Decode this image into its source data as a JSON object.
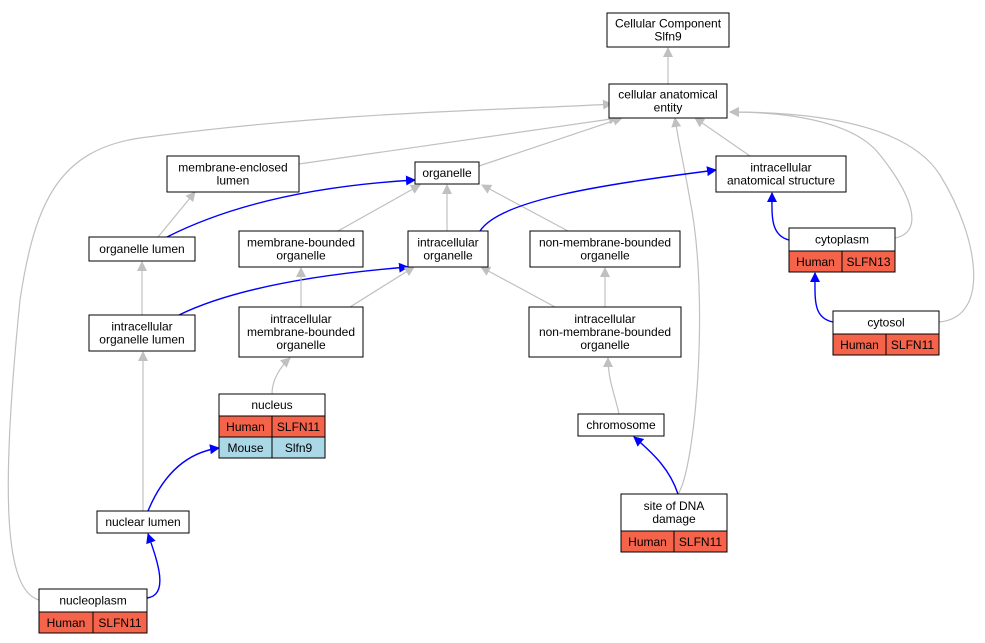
{
  "colors": {
    "isa_edge": "#c0c0c0",
    "partof_edge": "#0000ff",
    "human": "#f4634a",
    "mouse": "#aad8e6",
    "node_fill": "#ffffff",
    "node_stroke": "#000000"
  },
  "nodes": [
    {
      "id": "root",
      "lines": [
        "Cellular Component",
        "Slfn9"
      ]
    },
    {
      "id": "cae",
      "lines": [
        "cellular anatomical",
        "entity"
      ]
    },
    {
      "id": "mel",
      "lines": [
        "membrane-enclosed",
        "lumen"
      ]
    },
    {
      "id": "organelle",
      "lines": [
        "organelle"
      ]
    },
    {
      "id": "ias",
      "lines": [
        "intracellular",
        "anatomical structure"
      ]
    },
    {
      "id": "orglumen",
      "lines": [
        "organelle lumen"
      ]
    },
    {
      "id": "mbo",
      "lines": [
        "membrane-bounded",
        "organelle"
      ]
    },
    {
      "id": "io",
      "lines": [
        "intracellular",
        "organelle"
      ]
    },
    {
      "id": "nmbo",
      "lines": [
        "non-membrane-bounded",
        "organelle"
      ]
    },
    {
      "id": "cytoplasm",
      "lines": [
        "cytoplasm"
      ],
      "genes": [
        {
          "species": "Human",
          "symbol": "SLFN13"
        }
      ]
    },
    {
      "id": "iol",
      "lines": [
        "intracellular",
        "organelle lumen"
      ]
    },
    {
      "id": "imbo",
      "lines": [
        "intracellular",
        "membrane-bounded",
        "organelle"
      ]
    },
    {
      "id": "inmbo",
      "lines": [
        "intracellular",
        "non-membrane-bounded",
        "organelle"
      ]
    },
    {
      "id": "cytosol",
      "lines": [
        "cytosol"
      ],
      "genes": [
        {
          "species": "Human",
          "symbol": "SLFN11"
        }
      ]
    },
    {
      "id": "nucleus",
      "lines": [
        "nucleus"
      ],
      "genes": [
        {
          "species": "Human",
          "symbol": "SLFN11"
        },
        {
          "species": "Mouse",
          "symbol": "Slfn9"
        }
      ]
    },
    {
      "id": "chromosome",
      "lines": [
        "chromosome"
      ]
    },
    {
      "id": "nuclumen",
      "lines": [
        "nuclear lumen"
      ]
    },
    {
      "id": "sdd",
      "lines": [
        "site of DNA",
        "damage"
      ],
      "genes": [
        {
          "species": "Human",
          "symbol": "SLFN11"
        }
      ]
    },
    {
      "id": "nucleoplasm",
      "lines": [
        "nucleoplasm"
      ],
      "genes": [
        {
          "species": "Human",
          "symbol": "SLFN11"
        }
      ]
    }
  ],
  "edges": [
    {
      "from": "cae",
      "to": "root",
      "type": "is_a"
    },
    {
      "from": "mel",
      "to": "cae",
      "type": "is_a"
    },
    {
      "from": "organelle",
      "to": "cae",
      "type": "is_a"
    },
    {
      "from": "ias",
      "to": "cae",
      "type": "is_a"
    },
    {
      "from": "cytoplasm",
      "to": "cae",
      "type": "is_a"
    },
    {
      "from": "cytosol",
      "to": "cae",
      "type": "is_a"
    },
    {
      "from": "sdd",
      "to": "cae",
      "type": "is_a"
    },
    {
      "from": "nucleoplasm",
      "to": "cae",
      "type": "is_a"
    },
    {
      "from": "orglumen",
      "to": "mel",
      "type": "is_a"
    },
    {
      "from": "orglumen",
      "to": "organelle",
      "type": "part_of"
    },
    {
      "from": "mbo",
      "to": "organelle",
      "type": "is_a"
    },
    {
      "from": "io",
      "to": "organelle",
      "type": "is_a"
    },
    {
      "from": "nmbo",
      "to": "organelle",
      "type": "is_a"
    },
    {
      "from": "io",
      "to": "ias",
      "type": "part_of"
    },
    {
      "from": "cytoplasm",
      "to": "ias",
      "type": "part_of"
    },
    {
      "from": "iol",
      "to": "orglumen",
      "type": "is_a"
    },
    {
      "from": "iol",
      "to": "io",
      "type": "part_of"
    },
    {
      "from": "imbo",
      "to": "mbo",
      "type": "is_a"
    },
    {
      "from": "imbo",
      "to": "io",
      "type": "is_a"
    },
    {
      "from": "inmbo",
      "to": "io",
      "type": "is_a"
    },
    {
      "from": "inmbo",
      "to": "nmbo",
      "type": "is_a"
    },
    {
      "from": "cytosol",
      "to": "cytoplasm",
      "type": "part_of"
    },
    {
      "from": "nucleus",
      "to": "imbo",
      "type": "is_a"
    },
    {
      "from": "chromosome",
      "to": "inmbo",
      "type": "is_a"
    },
    {
      "from": "nuclumen",
      "to": "iol",
      "type": "is_a"
    },
    {
      "from": "nuclumen",
      "to": "nucleus",
      "type": "part_of"
    },
    {
      "from": "sdd",
      "to": "chromosome",
      "type": "part_of"
    },
    {
      "from": "nucleoplasm",
      "to": "nuclumen",
      "type": "part_of"
    }
  ]
}
